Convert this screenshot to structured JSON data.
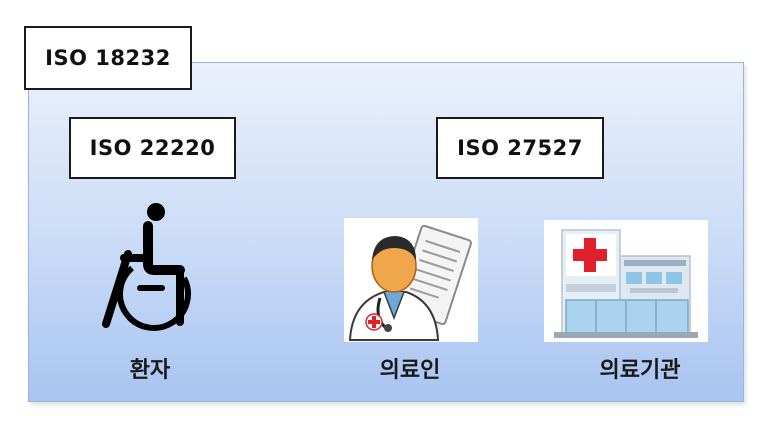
{
  "labels": {
    "outer_standard": "ISO 18232",
    "patient_standard": "ISO 22220",
    "provider_standard": "ISO 27527"
  },
  "captions": {
    "patient": "환자",
    "provider": "의료인",
    "facility": "의료기관"
  },
  "icons": {
    "patient": "wheelchair-icon",
    "provider": "doctor-icon",
    "facility": "hospital-icon"
  },
  "colors": {
    "panel_top": "#eaf1fb",
    "panel_bottom": "#a8c4f1",
    "label_border": "#1a1a1a",
    "cross_red": "#e0202a"
  }
}
